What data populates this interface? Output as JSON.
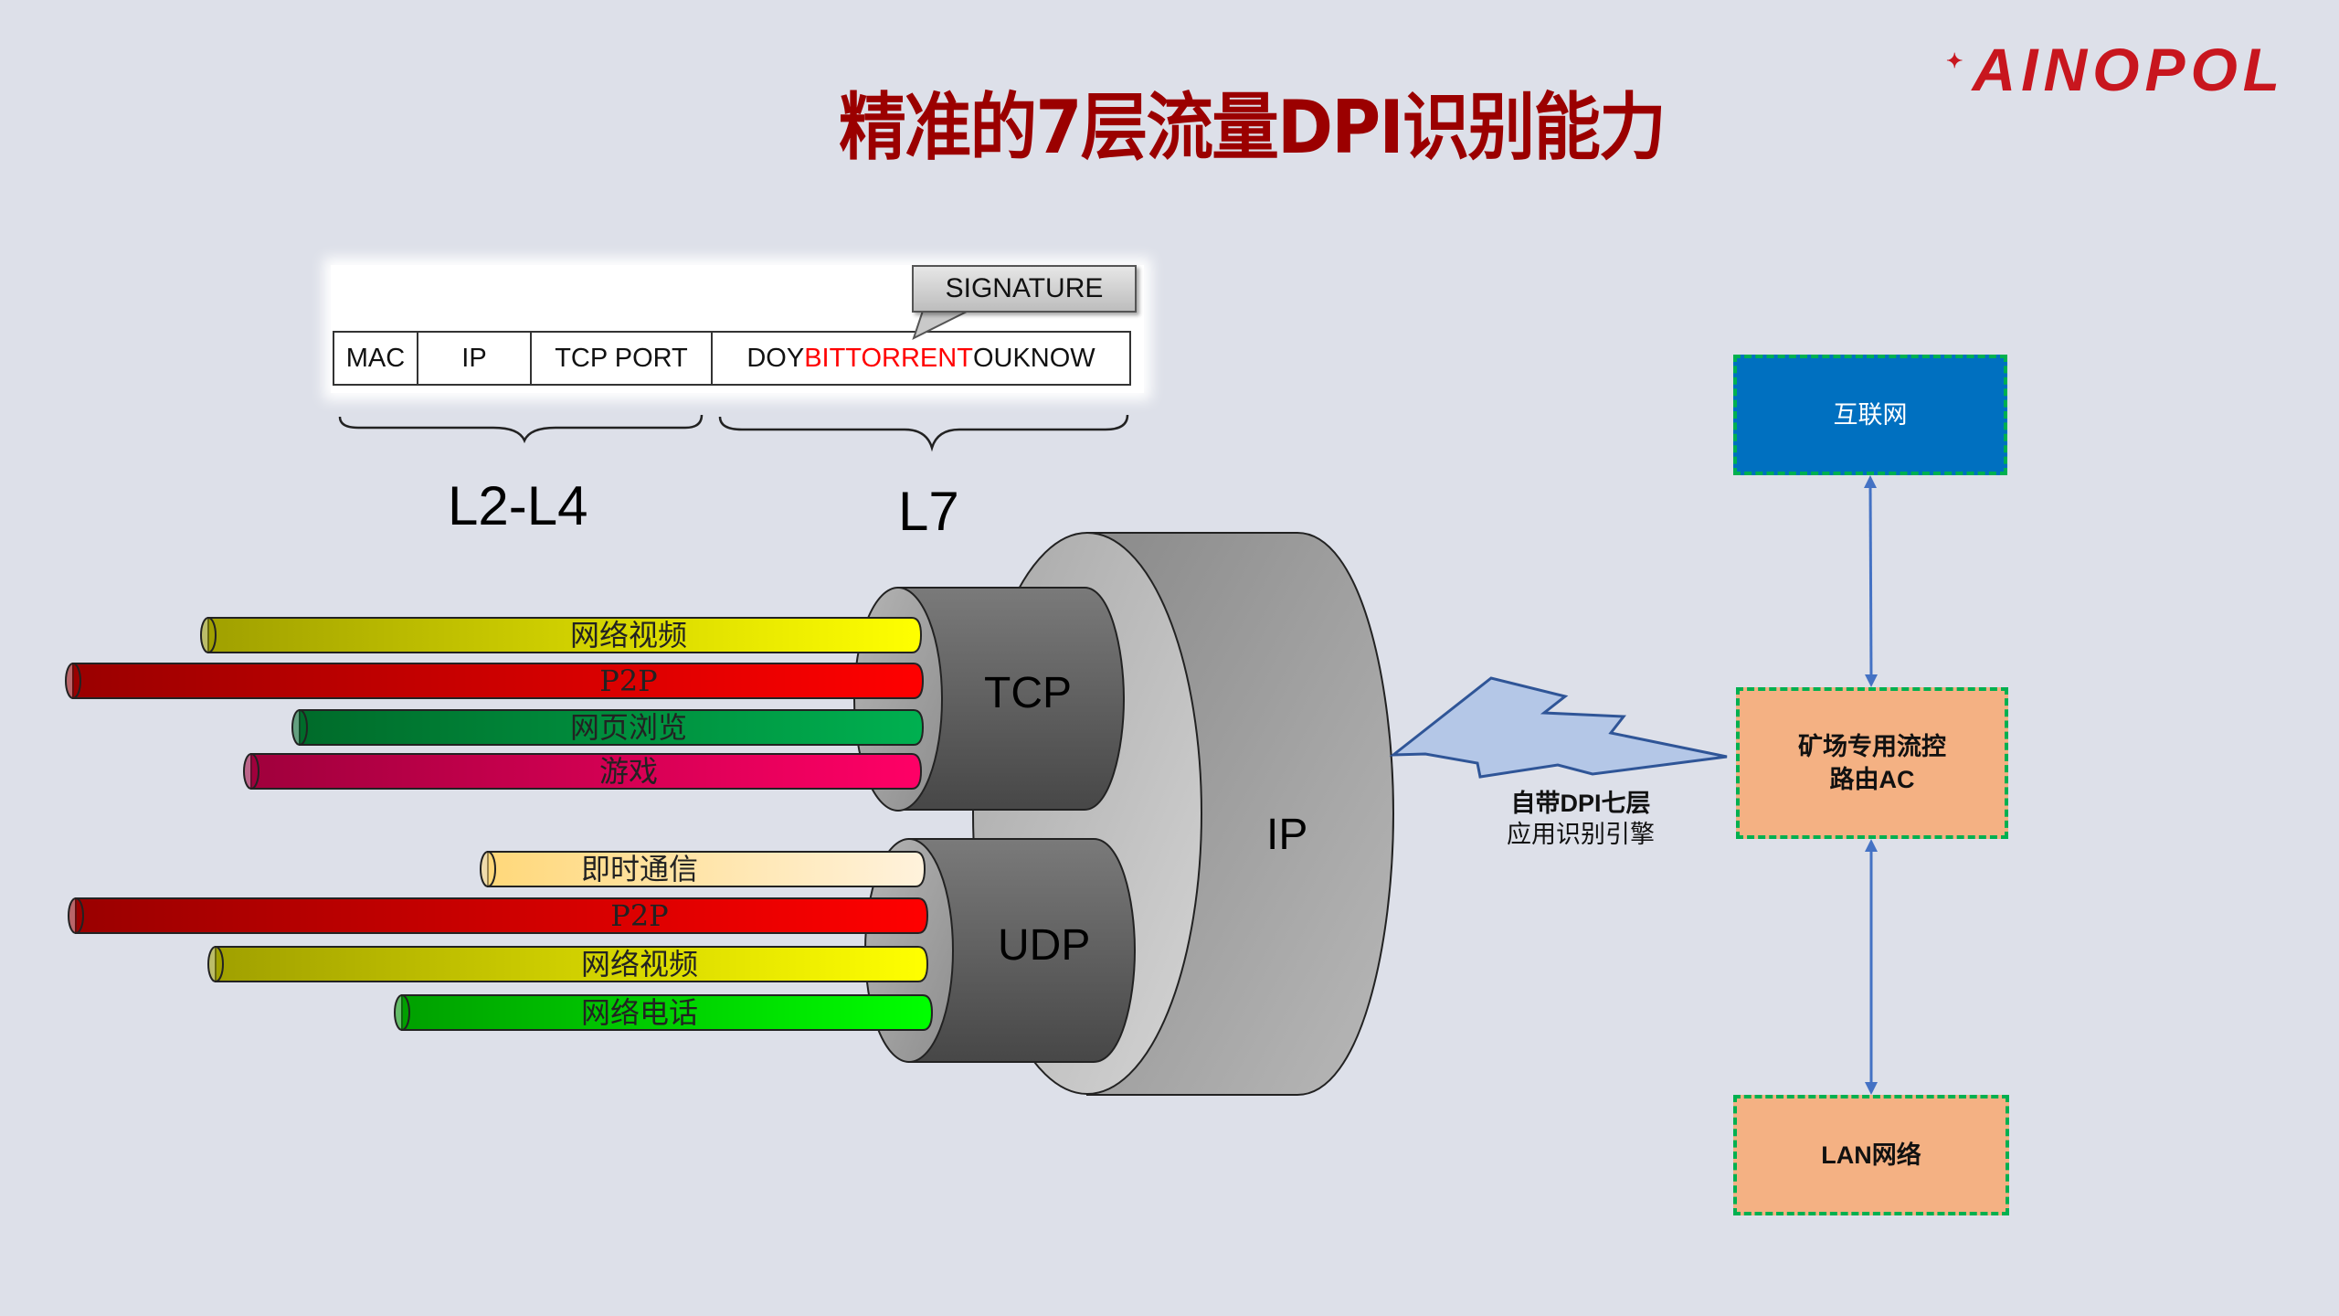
{
  "logo": {
    "text": "AINOPOL",
    "color": "#c8161e"
  },
  "title": "精准的7层流量DPI识别能力",
  "packet": {
    "fields": [
      "MAC",
      "IP",
      "TCP PORT"
    ],
    "payload": {
      "prefix": "DOY",
      "signature": "BITTORRENT",
      "suffix": "OUKNOW"
    },
    "callout": "SIGNATURE"
  },
  "layers": {
    "left": "L2-L4",
    "right": "L7"
  },
  "cylinders": {
    "tcp": "TCP",
    "udp": "UDP",
    "ip": "IP"
  },
  "pipes": {
    "tcp": [
      {
        "label": "网络视频",
        "color": "#ffff00",
        "dark": "#a0a000"
      },
      {
        "label": "P2P",
        "color": "#ff0000",
        "dark": "#9a0000"
      },
      {
        "label": "网页浏览",
        "color": "#00b050",
        "dark": "#006b2a"
      },
      {
        "label": "游戏",
        "color": "#ff0066",
        "dark": "#a0003c"
      }
    ],
    "udp": [
      {
        "label": "即时通信",
        "color": "#fff2dc",
        "dark": "#ffd87a"
      },
      {
        "label": "P2P",
        "color": "#ff0000",
        "dark": "#9a0000"
      },
      {
        "label": "网络视频",
        "color": "#ffff00",
        "dark": "#a0a000"
      },
      {
        "label": "网络电话",
        "color": "#00ff00",
        "dark": "#00a000"
      }
    ]
  },
  "dpi_caption": {
    "line1": "自带DPI七层",
    "line2": "应用识别引擎"
  },
  "network": {
    "internet": "互联网",
    "router": {
      "line1": "矿场专用流控",
      "line2": "路由AC"
    },
    "lan": "LAN网络"
  },
  "colors": {
    "background": "#dde0e9",
    "title": "#9b0000",
    "dash": "#00b050",
    "arrow": "#4472c4"
  }
}
